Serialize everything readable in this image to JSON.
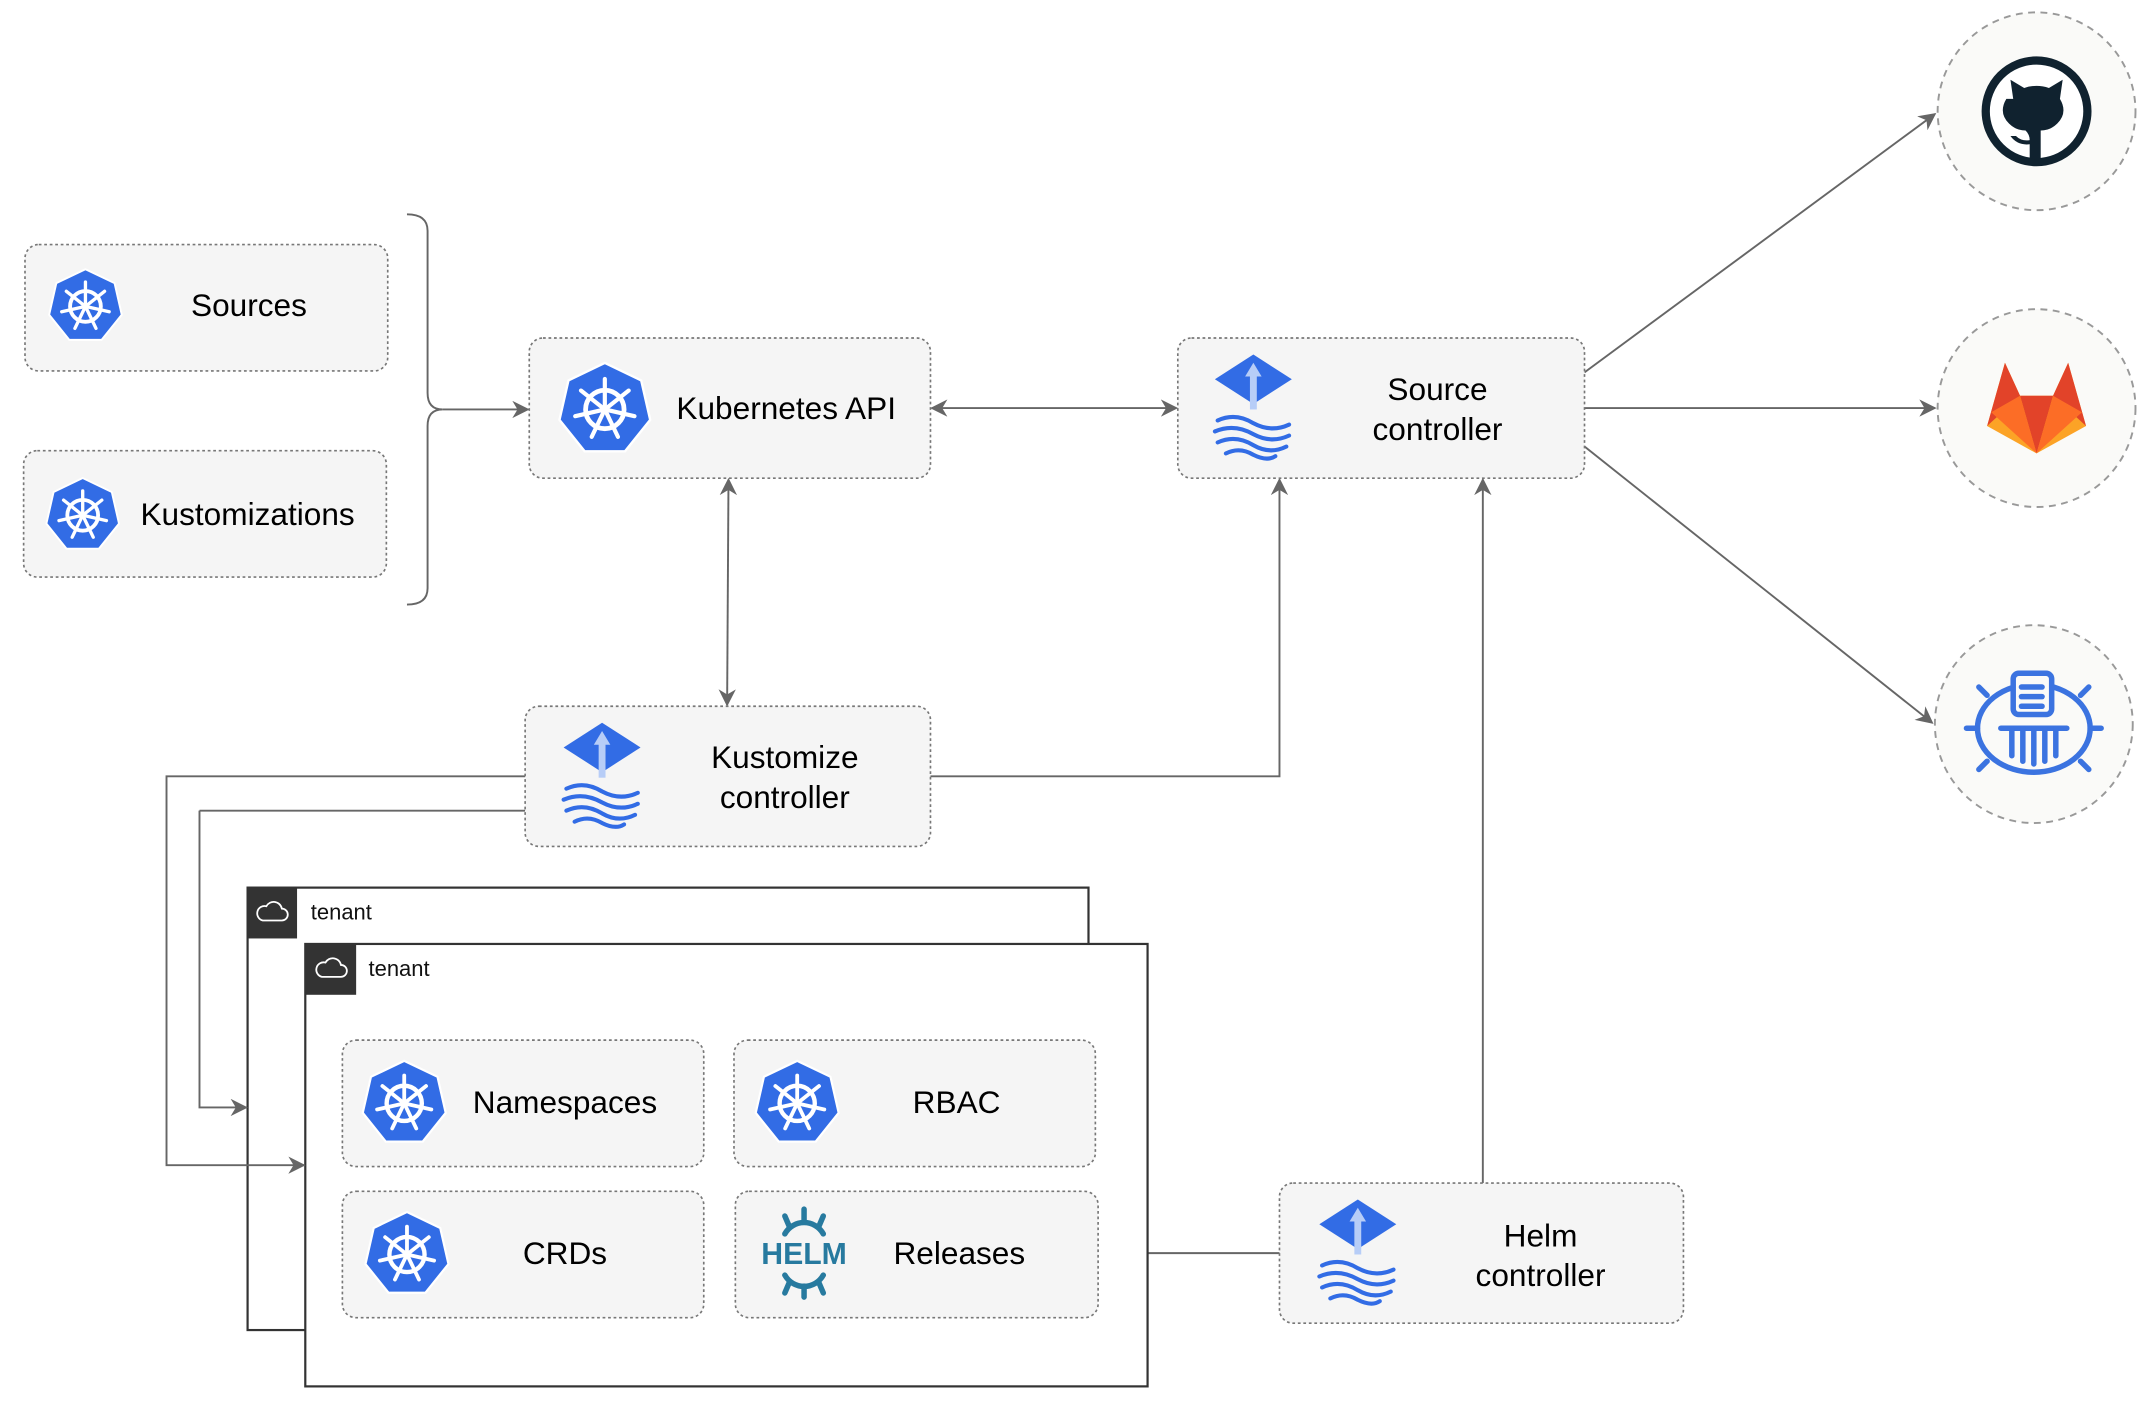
{
  "colors": {
    "kubernetes_blue": "#326ce5",
    "edge": "#666666",
    "box_fill": "#f5f5f5",
    "helm": "#277a9f",
    "gitlab_orange": "#e24329",
    "github_dark": "#10222f"
  },
  "nodes": {
    "sources": {
      "label": "Sources",
      "icon": "kubernetes-icon"
    },
    "kustomizations": {
      "label": "Kustomizations",
      "icon": "kubernetes-icon"
    },
    "kubernetes_api": {
      "label": "Kubernetes API",
      "icon": "kubernetes-icon"
    },
    "source_controller": {
      "line1": "Source",
      "line2": "controller",
      "icon": "flux-icon"
    },
    "kustomize_controller": {
      "line1": "Kustomize",
      "line2": "controller",
      "icon": "flux-icon"
    },
    "helm_controller": {
      "line1": "Helm",
      "line2": "controller",
      "icon": "flux-icon"
    },
    "namespaces": {
      "label": "Namespaces",
      "icon": "kubernetes-icon"
    },
    "rbac": {
      "label": "RBAC",
      "icon": "kubernetes-icon"
    },
    "crds": {
      "label": "CRDs",
      "icon": "kubernetes-icon"
    },
    "releases": {
      "label": "Releases",
      "icon": "helm-icon",
      "logo_text": "HELM"
    }
  },
  "tenants": [
    {
      "label": "tenant",
      "icon": "cloud-icon"
    },
    {
      "label": "tenant",
      "icon": "cloud-icon"
    }
  ],
  "external_sources": [
    {
      "icon": "github-icon"
    },
    {
      "icon": "gitlab-icon"
    },
    {
      "icon": "bucket-icon"
    }
  ]
}
